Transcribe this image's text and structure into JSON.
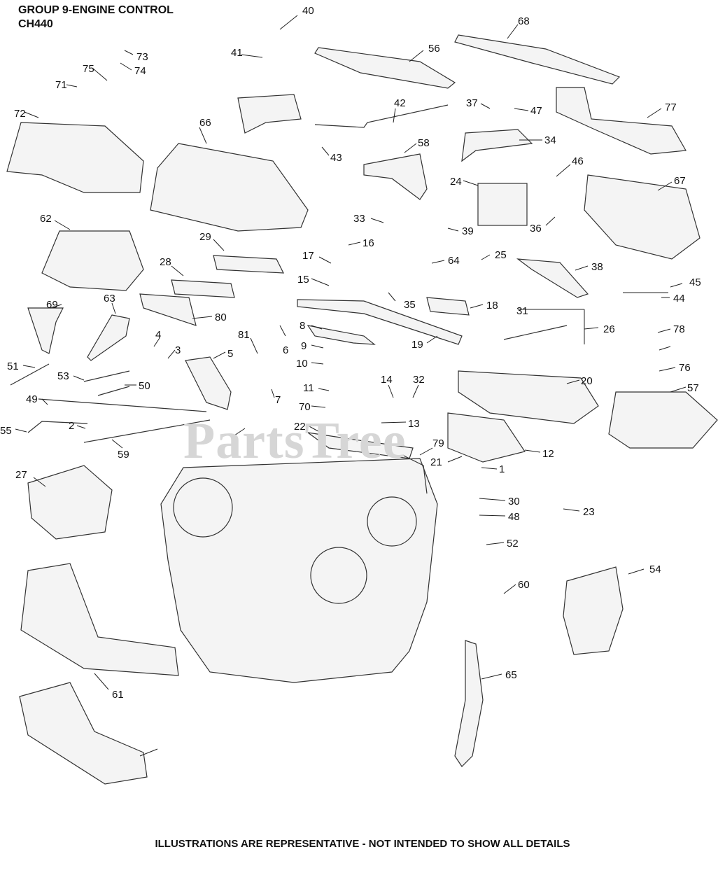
{
  "header": {
    "title": "GROUP 9-ENGINE CONTROL",
    "model": "CH440"
  },
  "watermark": "PartsTree",
  "footer": "ILLUSTRATIONS ARE REPRESENTATIVE - NOT INTENDED TO SHOW ALL DETAILS",
  "callouts": [
    "40",
    "41",
    "73",
    "74",
    "75",
    "71",
    "72",
    "66",
    "56",
    "68",
    "42",
    "43",
    "58",
    "37",
    "47",
    "34",
    "77",
    "46",
    "24",
    "67",
    "36",
    "33",
    "16",
    "39",
    "62",
    "29",
    "17",
    "64",
    "25",
    "38",
    "28",
    "15",
    "35",
    "18",
    "45",
    "44",
    "80",
    "31",
    "26",
    "69",
    "63",
    "8",
    "19",
    "78",
    "4",
    "3",
    "81",
    "6",
    "9",
    "5",
    "10",
    "51",
    "53",
    "50",
    "76",
    "57",
    "32",
    "14",
    "20",
    "49",
    "11",
    "70",
    "7",
    "13",
    "2",
    "55",
    "12",
    "22",
    "79",
    "21",
    "1",
    "59",
    "27",
    "30",
    "48",
    "23",
    "52",
    "54",
    "60",
    "61",
    "65"
  ],
  "callout_colors": {
    "ink": "#111111",
    "watermark": "#d6d6d6"
  }
}
